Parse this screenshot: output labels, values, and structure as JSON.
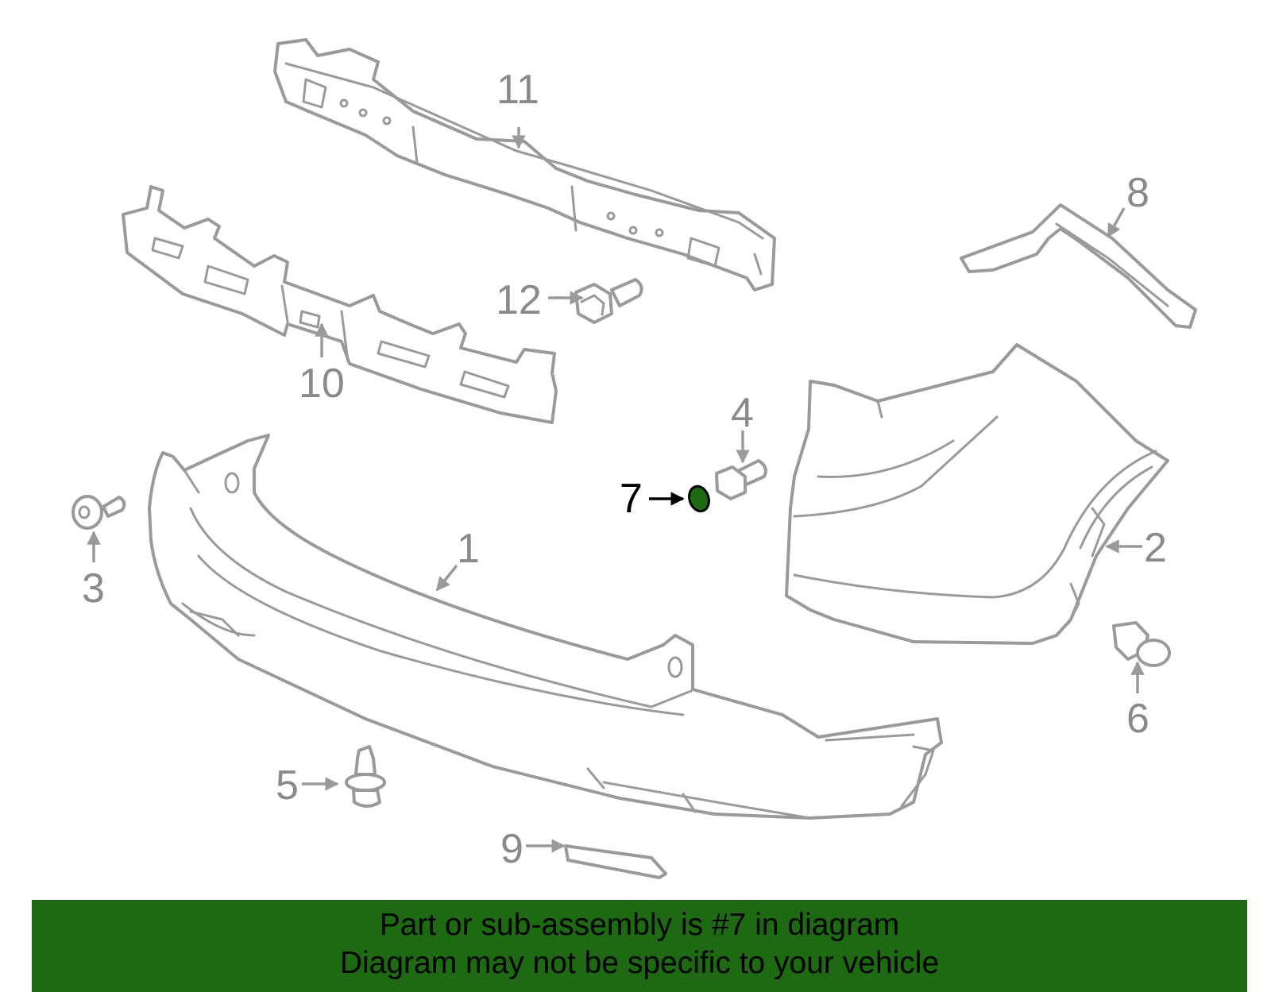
{
  "colors": {
    "highlight": "#1d6a12",
    "banner_bg": "#1d6a12",
    "part_stroke": "#9a9a9a",
    "callout_text": "#8a8a8a",
    "highlight_text": "#000000"
  },
  "callouts": {
    "c1": "1",
    "c2": "2",
    "c3": "3",
    "c4": "4",
    "c5": "5",
    "c6": "6",
    "c7": "7",
    "c8": "8",
    "c9": "9",
    "c10": "10",
    "c11": "11",
    "c12": "12"
  },
  "highlighted_part": "7",
  "banner": {
    "line1": "Part or sub-assembly is #7 in diagram",
    "line2": "Diagram may not be specific to your vehicle"
  }
}
